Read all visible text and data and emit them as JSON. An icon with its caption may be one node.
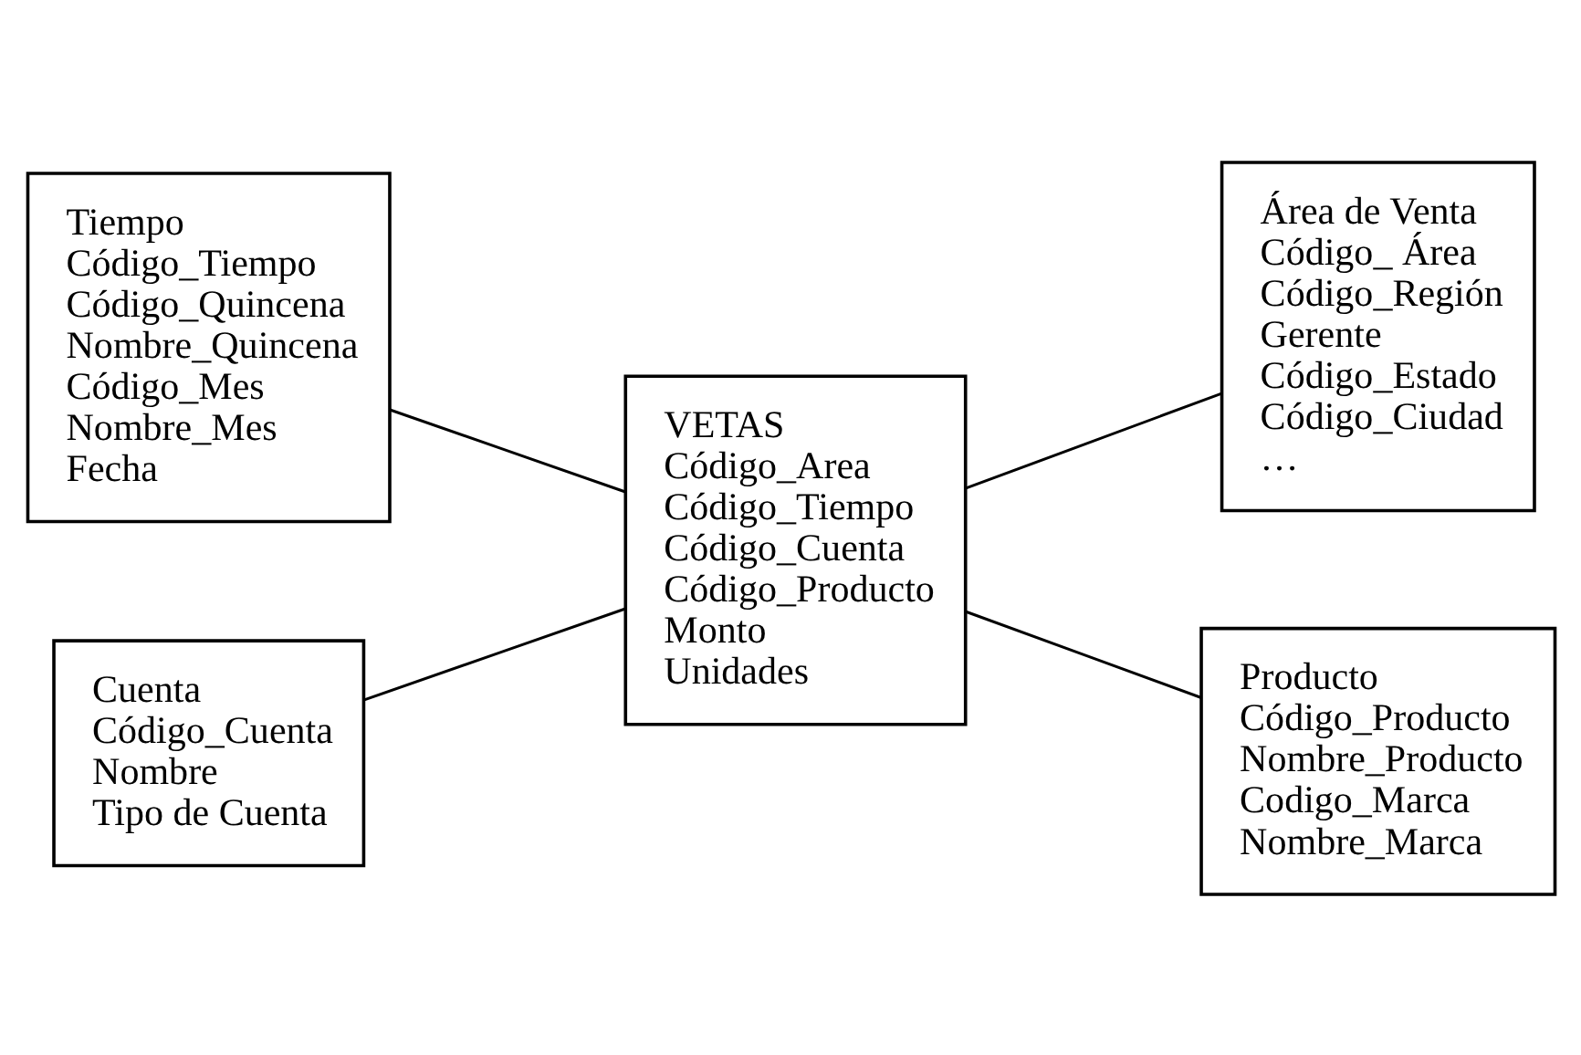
{
  "diagram": {
    "nodes": [
      {
        "text": [
          "Tiempo",
          "Código_Tiempo",
          "Código_Quincena",
          "Nombre_Quincena",
          "Código_Mes",
          "Nombre_Mes",
          "Fecha"
        ]
      },
      {
        "text": [
          "Área de Venta",
          "Código_ Área",
          "Código_Región",
          "Gerente",
          "Código_Estado",
          "Código_Ciudad",
          "…"
        ]
      },
      {
        "text": [
          "VETAS",
          "Código_Area",
          "Código_Tiempo",
          "Código_Cuenta",
          "Código_Producto",
          "Monto",
          "Unidades"
        ]
      },
      {
        "text": [
          "Cuenta",
          "Código_Cuenta",
          "Nombre",
          "Tipo de Cuenta"
        ]
      },
      {
        "text": [
          "Producto",
          "Código_Producto",
          "Nombre_Producto",
          "Codigo_Marca",
          "Nombre_Marca"
        ]
      }
    ],
    "edges": [
      {
        "from": 0,
        "to": 2,
        "arrow": "none"
      },
      {
        "from": 2,
        "to": 1,
        "arrow": "none"
      },
      {
        "from": 3,
        "to": 2,
        "arrow": "none"
      },
      {
        "from": 2,
        "to": 4,
        "arrow": "none"
      }
    ]
  }
}
